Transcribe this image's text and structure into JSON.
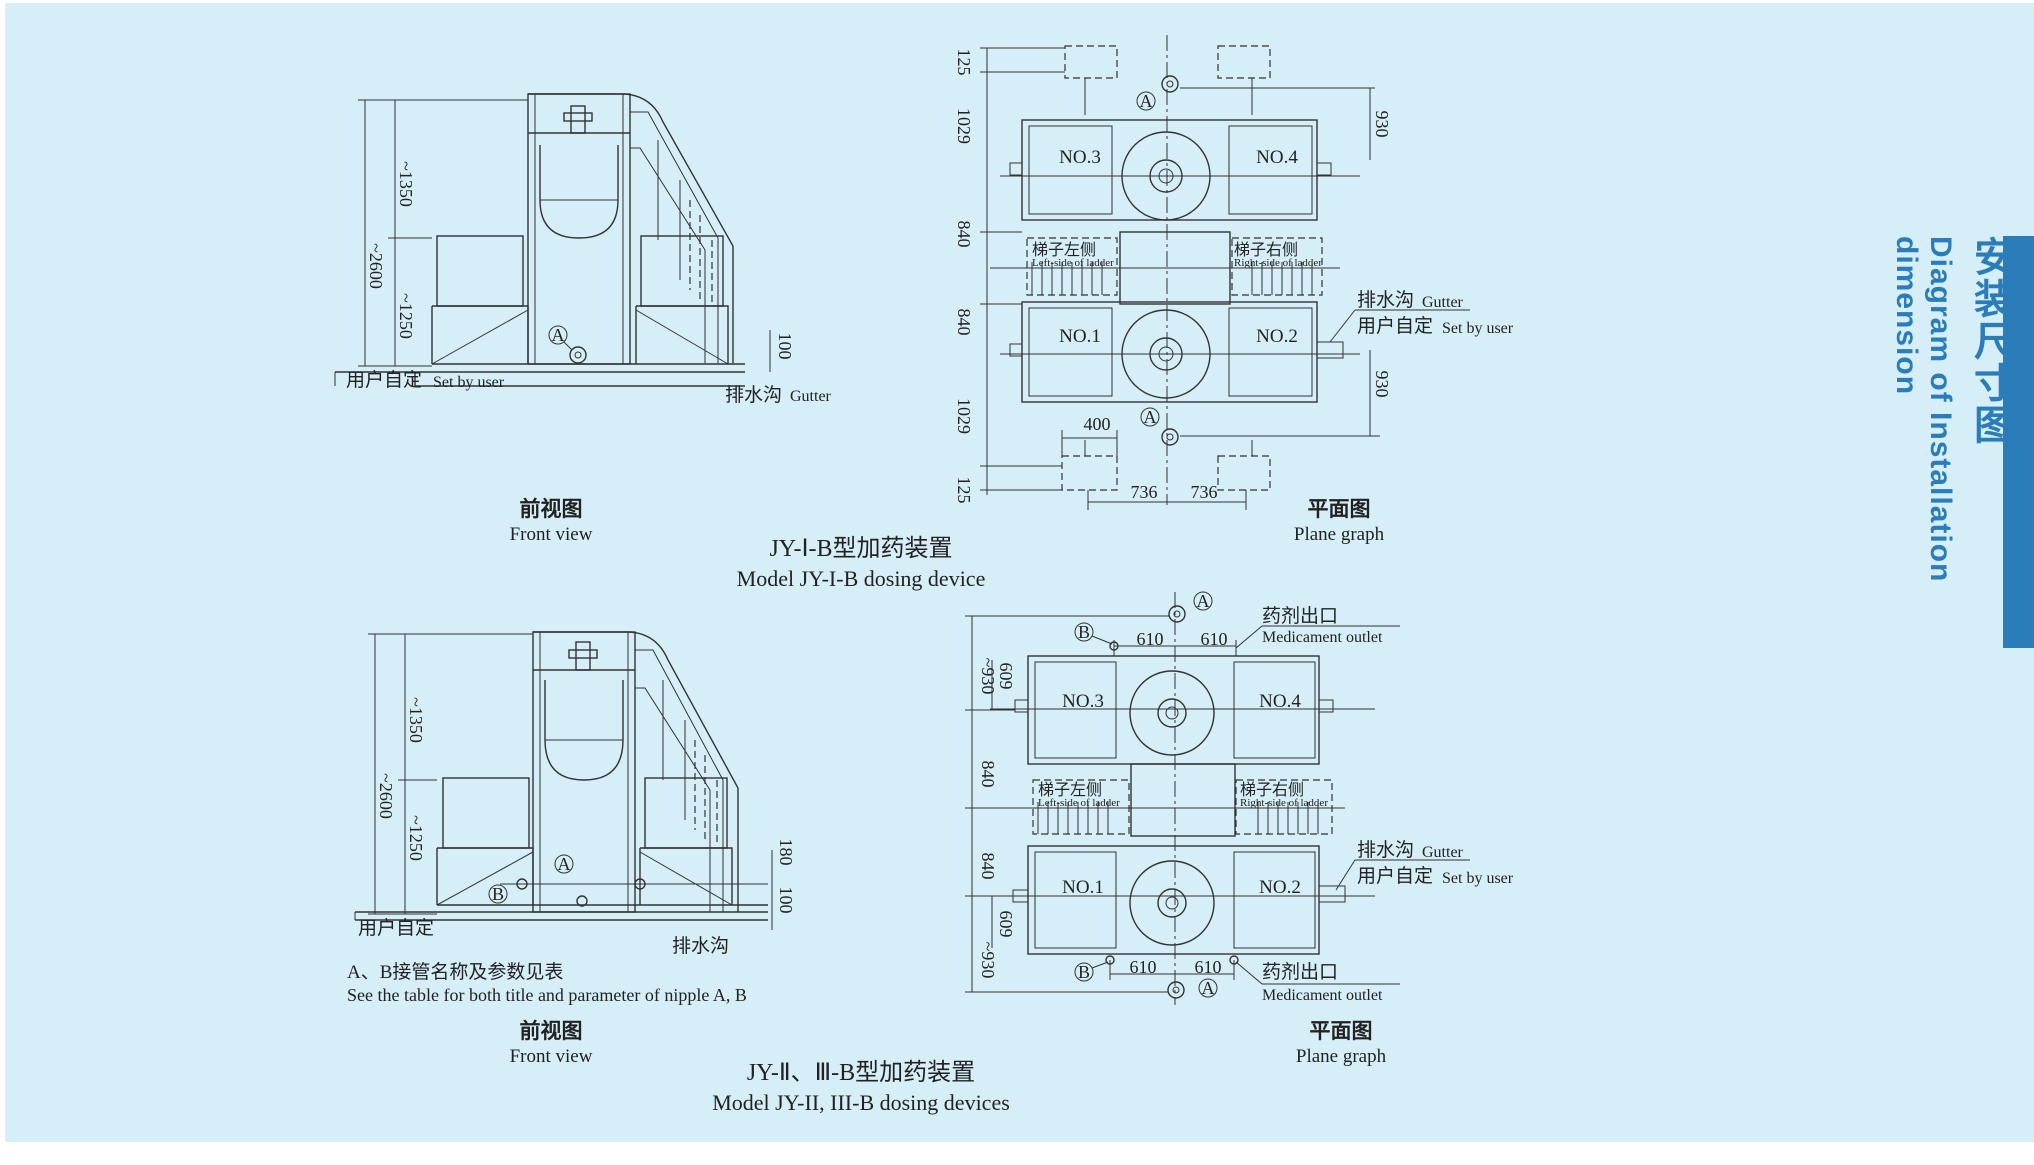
{
  "sidebar": {
    "title_cn": "安装尺寸图",
    "title_en": "Diagram of Installation dimension",
    "accent_color": "#2a7db8",
    "background_color": "#d6eef8"
  },
  "jy1": {
    "title_cn": "JY-Ⅰ-B型加药装置",
    "title_en": "Model JY-I-B dosing device",
    "front": {
      "caption_cn": "前视图",
      "caption_en": "Front view",
      "dim_1350": "~1350",
      "dim_2600": "~2600",
      "dim_1250": "~1250",
      "dim_100": "100",
      "label_user_cn": "用户自定",
      "label_user_en": "Set by user",
      "label_gutter_cn": "排水沟",
      "label_gutter_en": "Gutter",
      "marker_a": "A"
    },
    "plane": {
      "caption_cn": "平面图",
      "caption_en": "Plane graph",
      "dim_125_top": "125",
      "dim_1029_top": "1029",
      "dim_840_upper": "840",
      "dim_840_lower": "840",
      "dim_1029_bottom": "1029",
      "dim_125_bottom": "125",
      "dim_930_top": "930",
      "dim_930_bottom": "930",
      "dim_400": "400",
      "dim_736_left": "736",
      "dim_736_right": "736",
      "tank_no3": "NO.3",
      "tank_no4": "NO.4",
      "tank_no1": "NO.1",
      "tank_no2": "NO.2",
      "ladder_left_cn": "梯子左侧",
      "ladder_left_en": "Left-side of ladder",
      "ladder_right_cn": "梯子右侧",
      "ladder_right_en": "Right-side of ladder",
      "label_gutter_cn": "排水沟",
      "label_gutter_en": "Gutter",
      "label_user_cn": "用户自定",
      "label_user_en": "Set by user",
      "marker_a_top": "A",
      "marker_a_bottom": "A"
    }
  },
  "jy2": {
    "title_cn": "JY-Ⅱ、Ⅲ-B型加药装置",
    "title_en": "Model JY-II, III-B dosing devices",
    "front": {
      "caption_cn": "前视图",
      "caption_en": "Front view",
      "dim_1350": "~1350",
      "dim_2600": "~2600",
      "dim_1250": "~1250",
      "dim_180": "180",
      "dim_100": "100",
      "label_user_cn": "用户自定",
      "label_gutter_cn": "排水沟",
      "marker_a": "A",
      "marker_b": "B",
      "note_cn": "A、B接管名称及参数见表",
      "note_en": "See the table for both title and parameter of nipple A, B"
    },
    "plane": {
      "caption_cn": "平面图",
      "caption_en": "Plane graph",
      "dim_930_top": "~930",
      "dim_609_top": "609",
      "dim_840_upper": "840",
      "dim_840_lower": "840",
      "dim_609_bottom": "609",
      "dim_930_bottom": "~930",
      "dim_610_tl": "610",
      "dim_610_tr": "610",
      "dim_610_bl": "610",
      "dim_610_br": "610",
      "tank_no3": "NO.3",
      "tank_no4": "NO.4",
      "tank_no1": "NO.1",
      "tank_no2": "NO.2",
      "ladder_left_cn": "梯子左侧",
      "ladder_left_en": "Left-side of ladder",
      "ladder_right_cn": "梯子右侧",
      "ladder_right_en": "Right-side of ladder",
      "outlet_top_cn": "药剂出口",
      "outlet_top_en": "Medicament outlet",
      "outlet_bottom_cn": "药剂出口",
      "outlet_bottom_en": "Medicament outlet",
      "label_gutter_cn": "排水沟",
      "label_gutter_en": "Gutter",
      "label_user_cn": "用户自定",
      "label_user_en": "Set by user",
      "marker_a_top": "A",
      "marker_b_top": "B",
      "marker_a_bottom": "A",
      "marker_b_bottom": "B"
    }
  }
}
